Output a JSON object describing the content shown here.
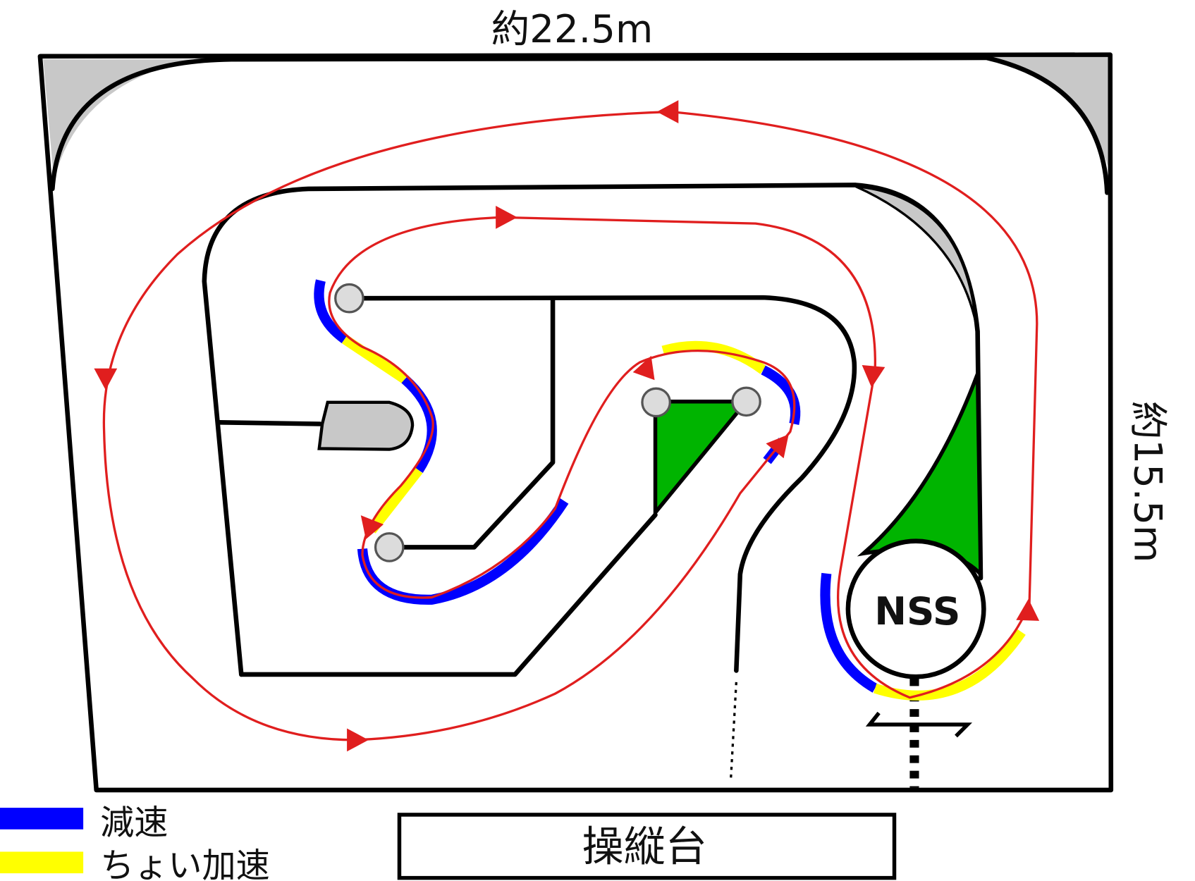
{
  "dimensions": {
    "width_label": "約22.5m",
    "height_label": "約15.5m"
  },
  "track": {
    "corner_label": "NSS",
    "operator_stand": "操縦台"
  },
  "legend": [
    {
      "label": "減速",
      "color": "#0000ff"
    },
    {
      "label": "ちょい加速",
      "color": "#ffff00"
    }
  ],
  "colors": {
    "racing_line": "#e01e1e",
    "infield": "#00b400",
    "corner_fill": "#c8c8c8"
  }
}
